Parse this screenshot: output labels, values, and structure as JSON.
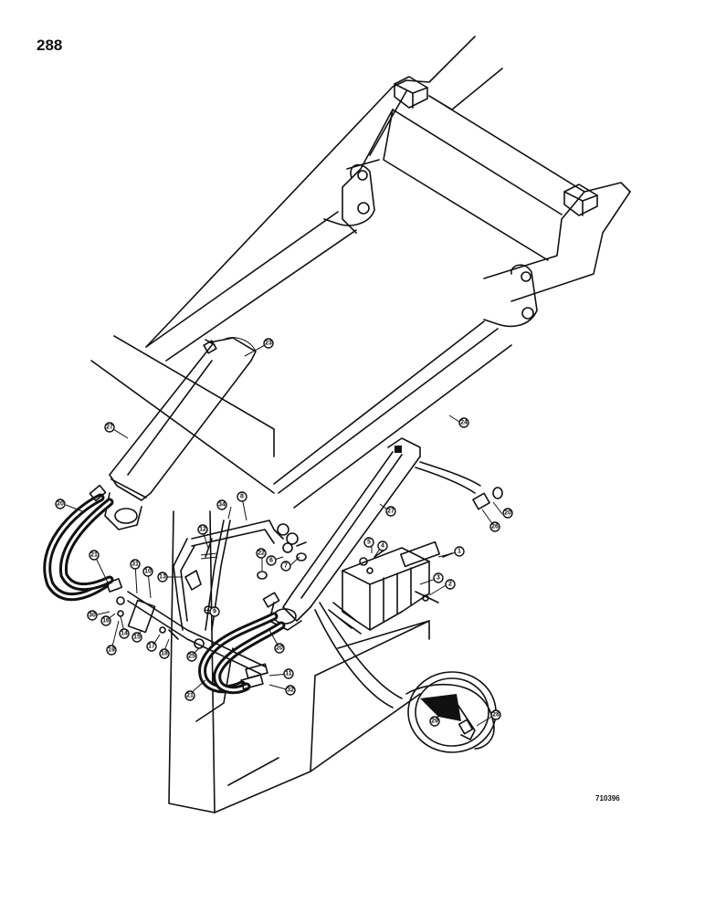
{
  "page": {
    "number": "288",
    "figure_code": "710396"
  },
  "callouts": [
    {
      "id": "c1",
      "label": "23"
    },
    {
      "id": "c2",
      "label": "27"
    },
    {
      "id": "c3",
      "label": "24"
    },
    {
      "id": "c4",
      "label": "27"
    },
    {
      "id": "c5",
      "label": "20"
    },
    {
      "id": "c6",
      "label": "34"
    },
    {
      "id": "c7",
      "label": "8"
    },
    {
      "id": "c8",
      "label": "20"
    },
    {
      "id": "c9",
      "label": "26"
    },
    {
      "id": "c10",
      "label": "21"
    },
    {
      "id": "c11",
      "label": "31"
    },
    {
      "id": "c12",
      "label": "10"
    },
    {
      "id": "c13",
      "label": "12"
    },
    {
      "id": "c14",
      "label": "13"
    },
    {
      "id": "c15",
      "label": "22"
    },
    {
      "id": "c16",
      "label": "6"
    },
    {
      "id": "c17",
      "label": "7"
    },
    {
      "id": "c18",
      "label": "5"
    },
    {
      "id": "c19",
      "label": "4"
    },
    {
      "id": "c20",
      "label": "1"
    },
    {
      "id": "c21",
      "label": "3"
    },
    {
      "id": "c22",
      "label": "2"
    },
    {
      "id": "c23",
      "label": "9"
    },
    {
      "id": "c24",
      "label": "30"
    },
    {
      "id": "c25",
      "label": "16"
    },
    {
      "id": "c26",
      "label": "15"
    },
    {
      "id": "c27",
      "label": "14"
    },
    {
      "id": "c28",
      "label": "17"
    },
    {
      "id": "c29",
      "label": "18"
    },
    {
      "id": "c30",
      "label": "19"
    },
    {
      "id": "c31",
      "label": "25"
    },
    {
      "id": "c32",
      "label": "20"
    },
    {
      "id": "c33",
      "label": "11"
    },
    {
      "id": "c34",
      "label": "32"
    },
    {
      "id": "c35",
      "label": "21"
    },
    {
      "id": "c36",
      "label": "29"
    },
    {
      "id": "c37",
      "label": "28"
    }
  ]
}
